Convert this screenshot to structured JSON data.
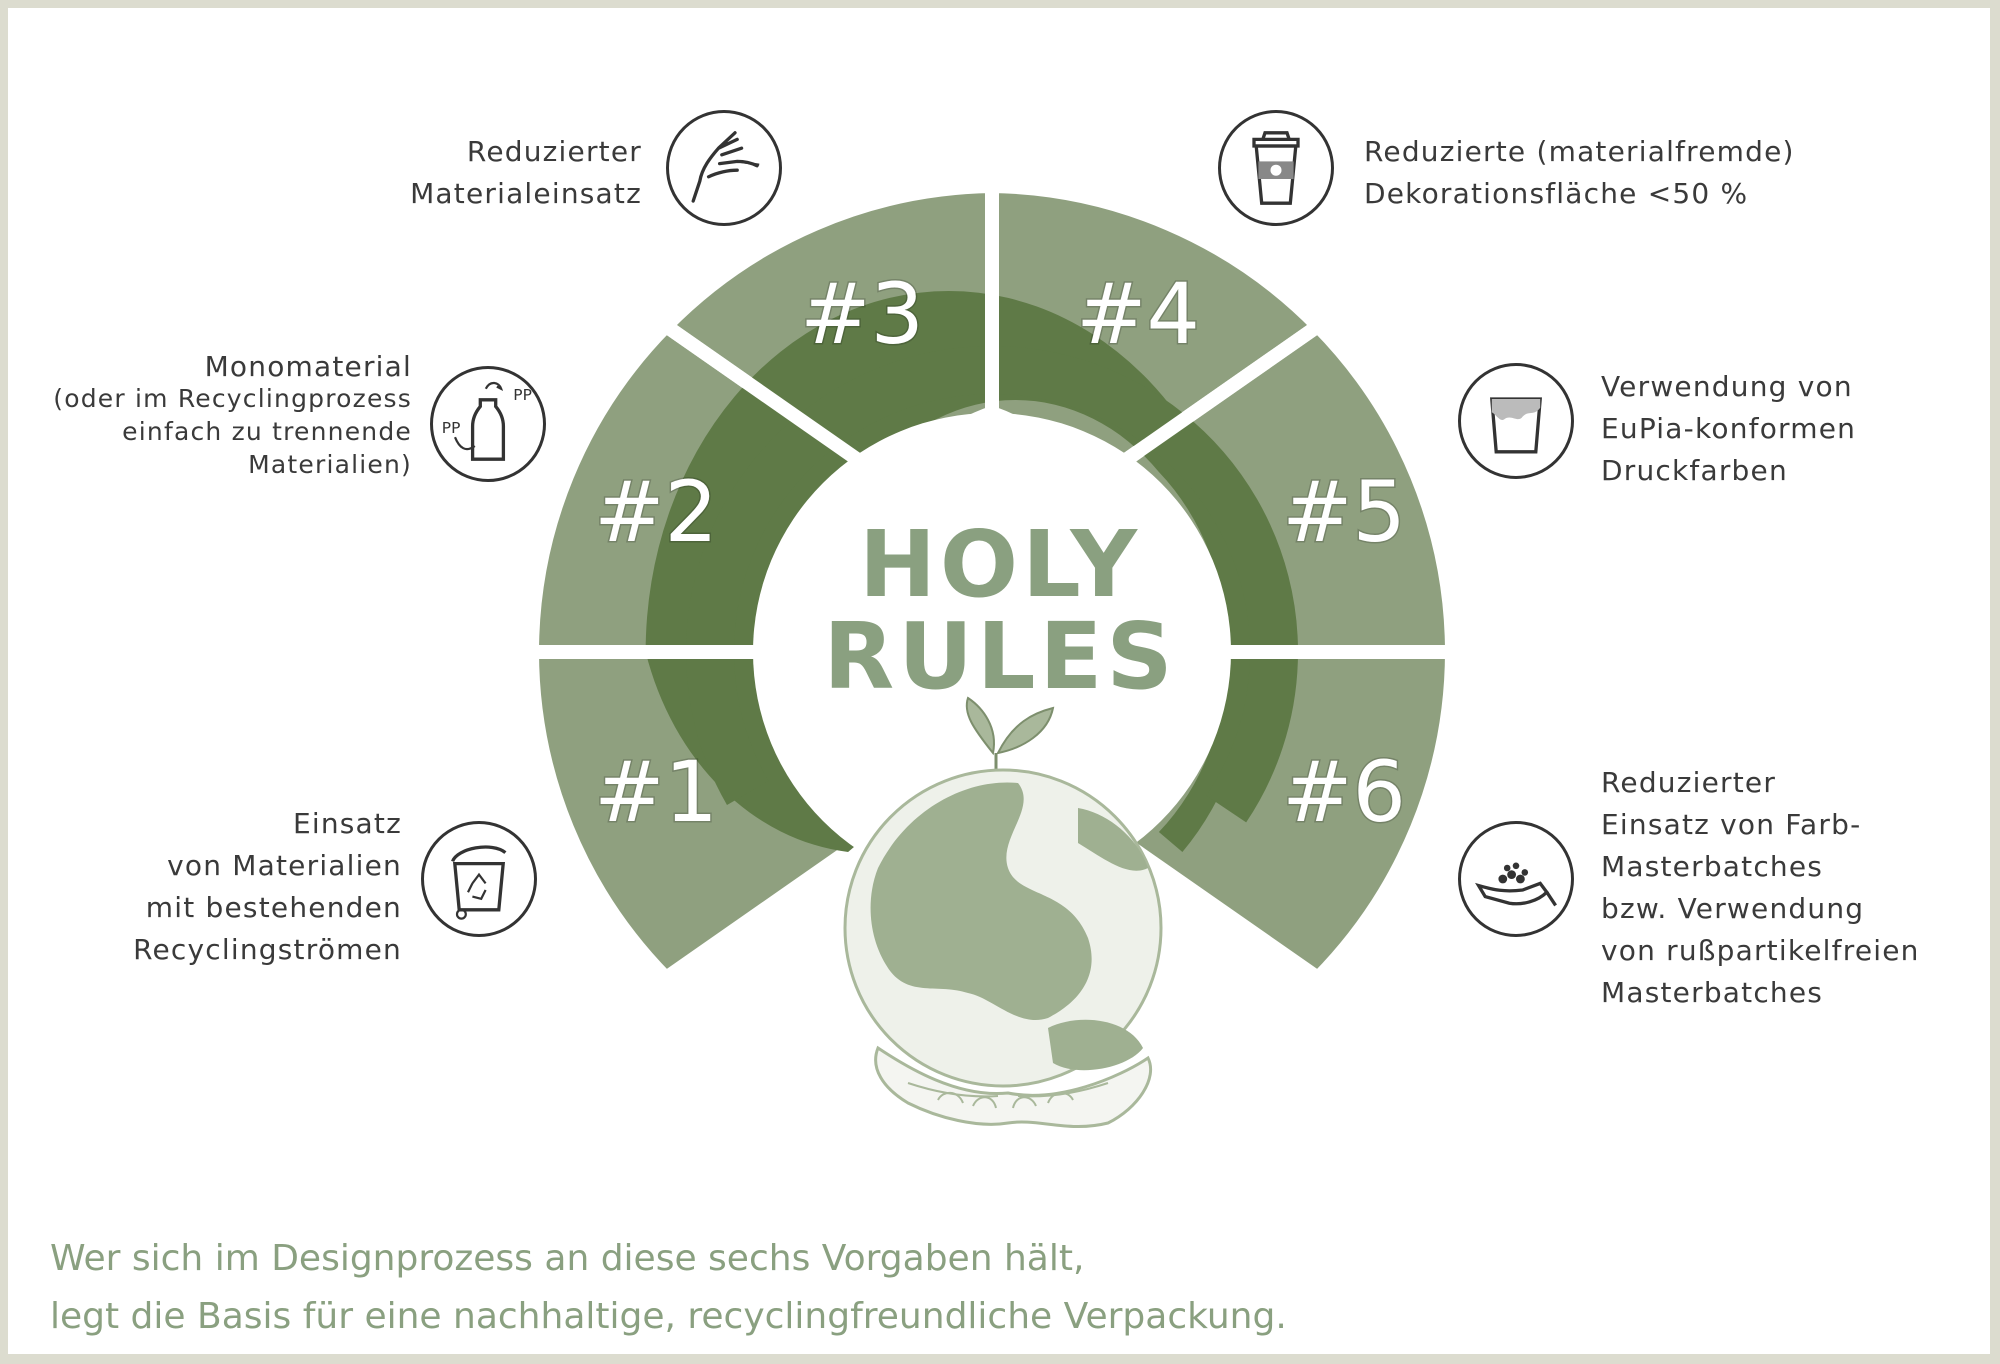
{
  "center": {
    "line1": "HOLY",
    "line2": "RULES"
  },
  "rules": [
    {
      "number": "#1",
      "lines": [
        "Einsatz",
        "von Materialien",
        "mit bestehenden",
        "Recyclingströmen"
      ],
      "icon": "recycling-bin-icon"
    },
    {
      "number": "#2",
      "title": "Monomaterial",
      "lines": [
        "(oder im Recyclingprozess",
        "einfach zu trennende",
        "Materialien)"
      ],
      "icon_labels": [
        "PP",
        "PP"
      ],
      "icon": "pp-bottle-icon"
    },
    {
      "number": "#3",
      "lines": [
        "Reduzierter",
        "Materialeinsatz"
      ],
      "icon": "hand-pinch-icon"
    },
    {
      "number": "#4",
      "lines": [
        "Reduzierte (materialfremde)",
        "Dekorationsfläche <50 %"
      ],
      "icon": "coffee-cup-icon"
    },
    {
      "number": "#5",
      "lines": [
        "Verwendung von",
        "EuPia-konformen",
        "Druckfarben"
      ],
      "icon": "ink-bucket-icon"
    },
    {
      "number": "#6",
      "lines": [
        "Reduzierter",
        "Einsatz von Farb-",
        "Masterbatches",
        "bzw. Verwendung",
        "von rußpartikelfreien",
        "Masterbatches"
      ],
      "icon": "hand-granules-icon"
    }
  ],
  "caption": {
    "line1": "Wer sich im Designprozess an diese sechs Vorgaben hält,",
    "line2": "legt die Basis für eine nachhaltige, recyclingfreundliche Verpackung."
  },
  "colors": {
    "segment": "#8fa07f",
    "band": "#5f7a47",
    "title": "#8aa080",
    "text": "#3a3a3a"
  }
}
